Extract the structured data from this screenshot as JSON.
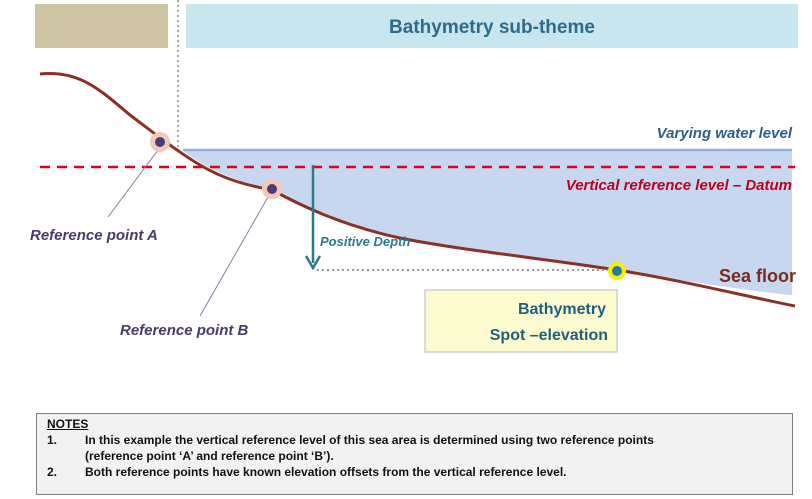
{
  "header": {
    "title": "Bathymetry sub-theme"
  },
  "labels": {
    "water_level": "Varying water level",
    "datum": "Vertical reference level – Datum",
    "sea_floor": "Sea floor",
    "ref_a": "Reference point A",
    "ref_b": "Reference point B",
    "positive_depth": "Positive Depth",
    "bathy_line1": "Bathymetry",
    "bathy_line2": "Spot –elevation"
  },
  "notes": {
    "title": "NOTES",
    "items": [
      {
        "num": "1.",
        "line1": "In this example the vertical reference level of this sea area is determined using two reference points",
        "line2": "(reference point ‘A’ and reference point ‘B’)."
      },
      {
        "num": "2.",
        "line1": "Both reference points have known elevation offsets from the vertical reference level.",
        "line2": ""
      }
    ]
  },
  "colors": {
    "header_bg": "#c8e6ee",
    "tan_box": "#cfc6a6",
    "water_fill": "#c6d7ef",
    "datum_line": "#e00018",
    "seafloor_line": "#8b3025",
    "depth_arrow": "#2a7a8a",
    "bathy_box": "#fbfbcf"
  }
}
